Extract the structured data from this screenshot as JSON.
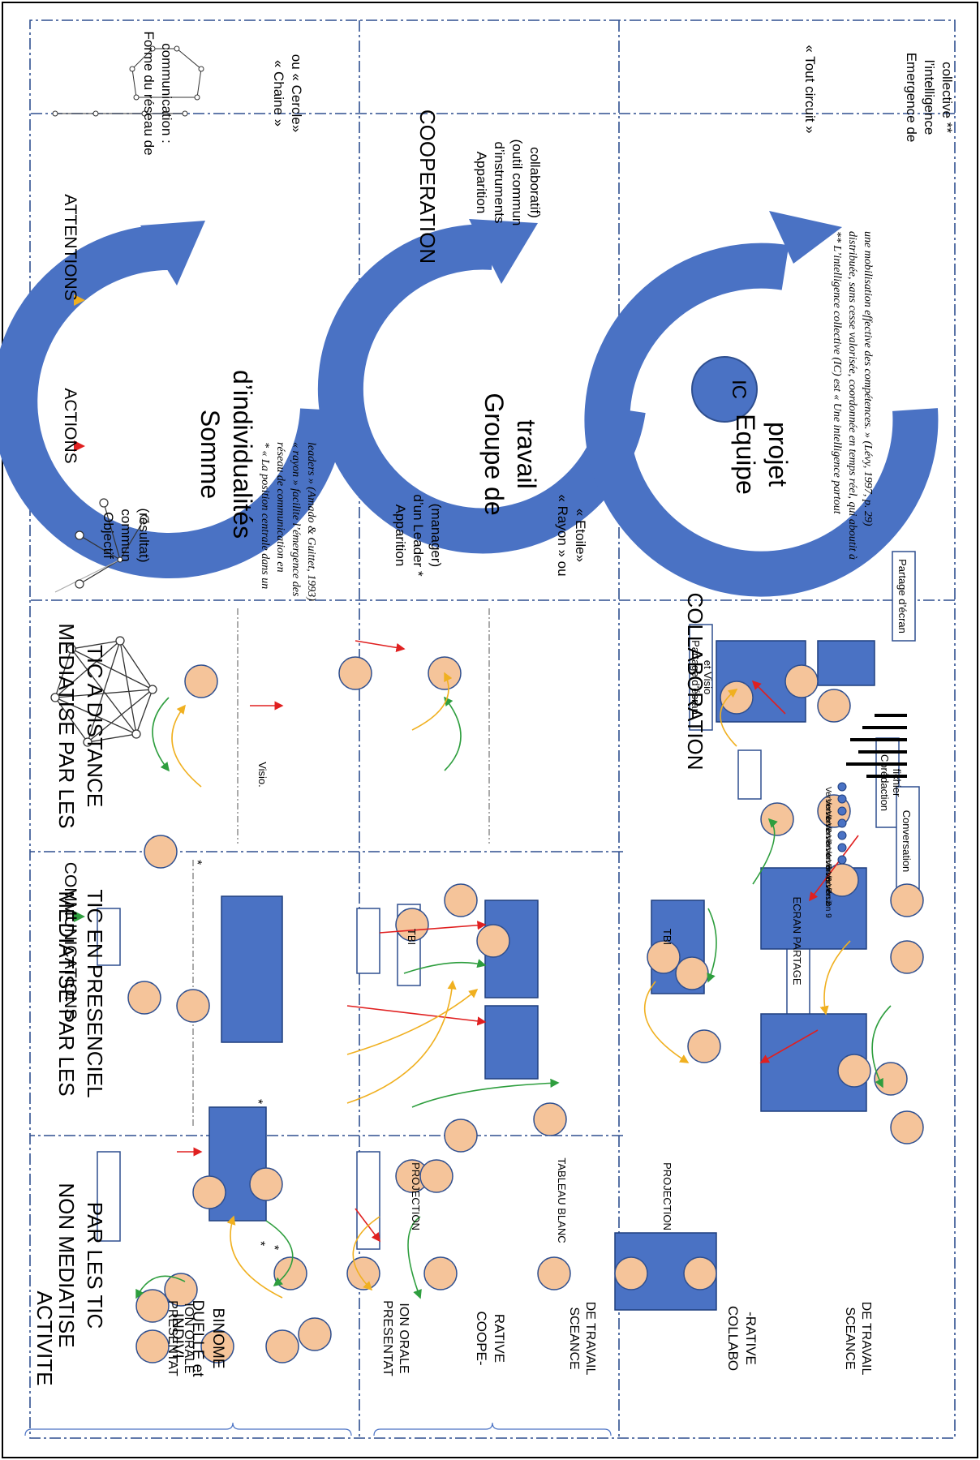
{
  "legend": {
    "communications": "COMMUNICATIONS",
    "actions": "ACTIONS",
    "attentions": "ATTENTIONS",
    "colors": {
      "communications": "#2e9e3e",
      "actions": "#e02020",
      "attentions": "#f0b020"
    }
  },
  "columns": {
    "activite": "ACTIVITE",
    "non_mediatise": [
      "NON MEDIATISE",
      "PAR LES TIC"
    ],
    "presenciel": [
      "MEDIATISE PAR LES",
      "TIC EN PRESENCIEL"
    ],
    "distance": [
      "MEDIATISE PAR LES",
      "TIC A DISTANCE"
    ]
  },
  "rows": {
    "individuelle": [
      "INDIVI-",
      "DUELLE et",
      "BINOME"
    ],
    "cooperative": {
      "sub1": [
        "PRESENTAT",
        "ION ORALE"
      ],
      "label": [
        "COOPE-",
        "RATIVE"
      ],
      "sub2": [
        "SCEANCE",
        "DE TRAVAIL"
      ]
    },
    "collaborative": {
      "sub1": [
        "PRESENTAT",
        "ION ORALE"
      ],
      "label": [
        "COLLABO",
        "-RATIVE"
      ],
      "sub2": [
        "SCEANCE",
        "DE TRAVAIL"
      ]
    }
  },
  "labels": {
    "projection": "PROJECTION",
    "tableau_blanc": "TABLEAU BLANC",
    "tbi": "TBI",
    "ecran_partage": "ECRAN PARTAGE",
    "visio": "Visio.",
    "partage_ecran": "Partage d’écran",
    "partage_visio": [
      "Partage d’écran",
      "et Visio"
    ],
    "coredaction": [
      "Corédaction",
      "fichier"
    ],
    "conversation": "Conversation",
    "versions": [
      "Version 1",
      "Version 2",
      "Version 3",
      "Version 4",
      "Version 5",
      "Version 6",
      "Version 7",
      "Version 8",
      "Version 9",
      "..."
    ],
    "ic": "IC",
    "star": "*"
  },
  "stages": {
    "somme": [
      "Somme",
      "d’individualités"
    ],
    "groupe": [
      "Groupe de",
      "travail"
    ],
    "equipe": [
      "Equipe",
      "projet"
    ],
    "cooperation": "COOPERATION",
    "collaboration": "COLLABORATION"
  },
  "notes": {
    "objectif": [
      "Objectif",
      "commun",
      "(résultat)"
    ],
    "forme": [
      "Forme du réseau de",
      "communication :"
    ],
    "chaine": [
      "« Chaine »",
      "ou « Cercle»"
    ],
    "instruments": [
      "Apparition",
      "d’instruments",
      "(outil commun",
      "collaboratif)"
    ],
    "leader": [
      "Apparition",
      "d’un Leader *",
      "(manager)"
    ],
    "rayon": [
      "« Rayon » ou",
      "« Etoile»"
    ],
    "tout_circuit": "« Tout circuit »",
    "emergence": [
      "Emergence de",
      "l’intelligence",
      "collective **"
    ],
    "footnote1": [
      "* « La position centrale dans un",
      "réseau de communication en",
      "« rayon » facilite l’émergence des",
      "leaders » (Amado & Guittet, 1993)"
    ],
    "footnote2": [
      "** L’intelligence collective (IC) est « Une intelligence partout",
      "distribuée, sans cesse valorisée, coordonnée en temps réel, qui aboutit à",
      "une mobilisation effective des compétences. » (Lévy, 1997, p. 29)"
    ]
  }
}
